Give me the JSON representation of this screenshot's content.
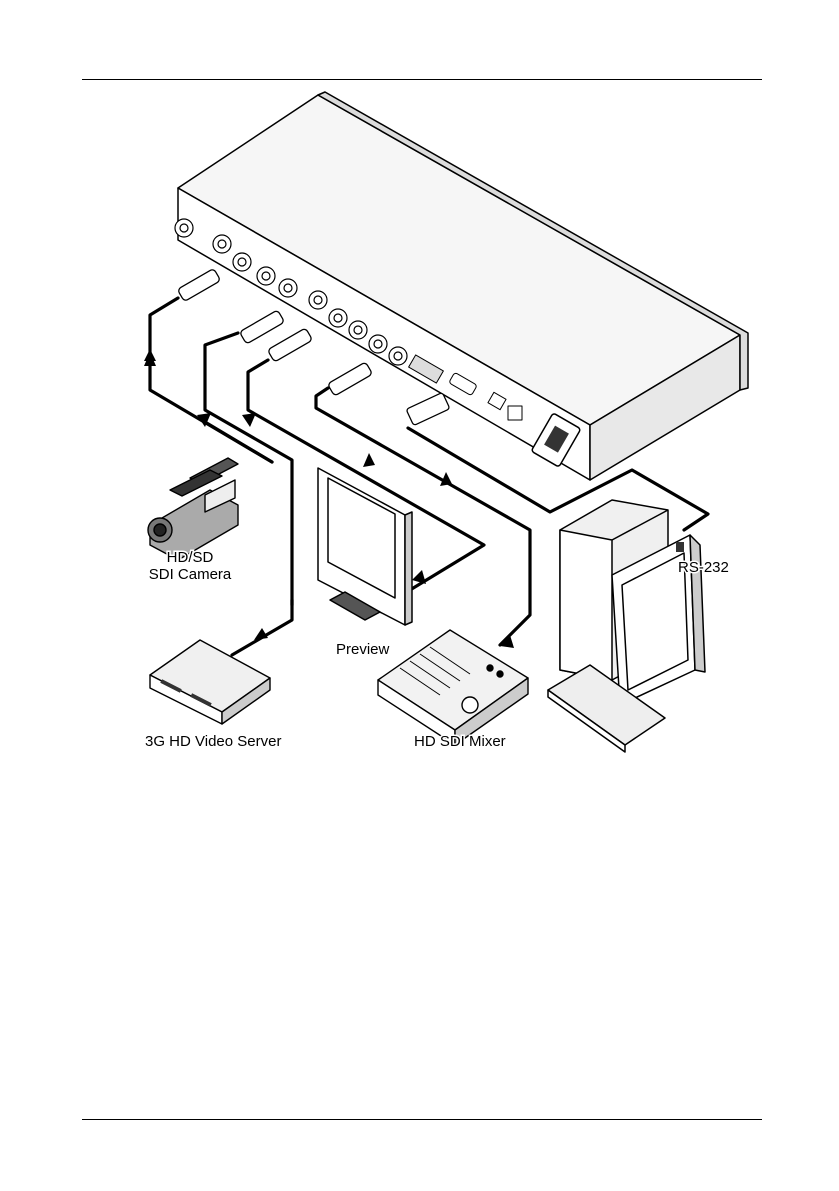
{
  "labels": {
    "camera_line1": "HD/SD",
    "camera_line2": "SDI Camera",
    "preview": "Preview",
    "video_server": "3G HD Video Server",
    "mixer": "HD SDI Mixer",
    "rs232": "RS-232"
  },
  "devices": [
    {
      "name": "HD/SD SDI Camera",
      "icon": "camera-icon"
    },
    {
      "name": "3G HD Video Server",
      "icon": "video-server-icon"
    },
    {
      "name": "Preview",
      "icon": "monitor-icon"
    },
    {
      "name": "HD SDI Mixer",
      "icon": "mixer-icon"
    },
    {
      "name": "RS-232",
      "icon": "computer-icon"
    }
  ]
}
